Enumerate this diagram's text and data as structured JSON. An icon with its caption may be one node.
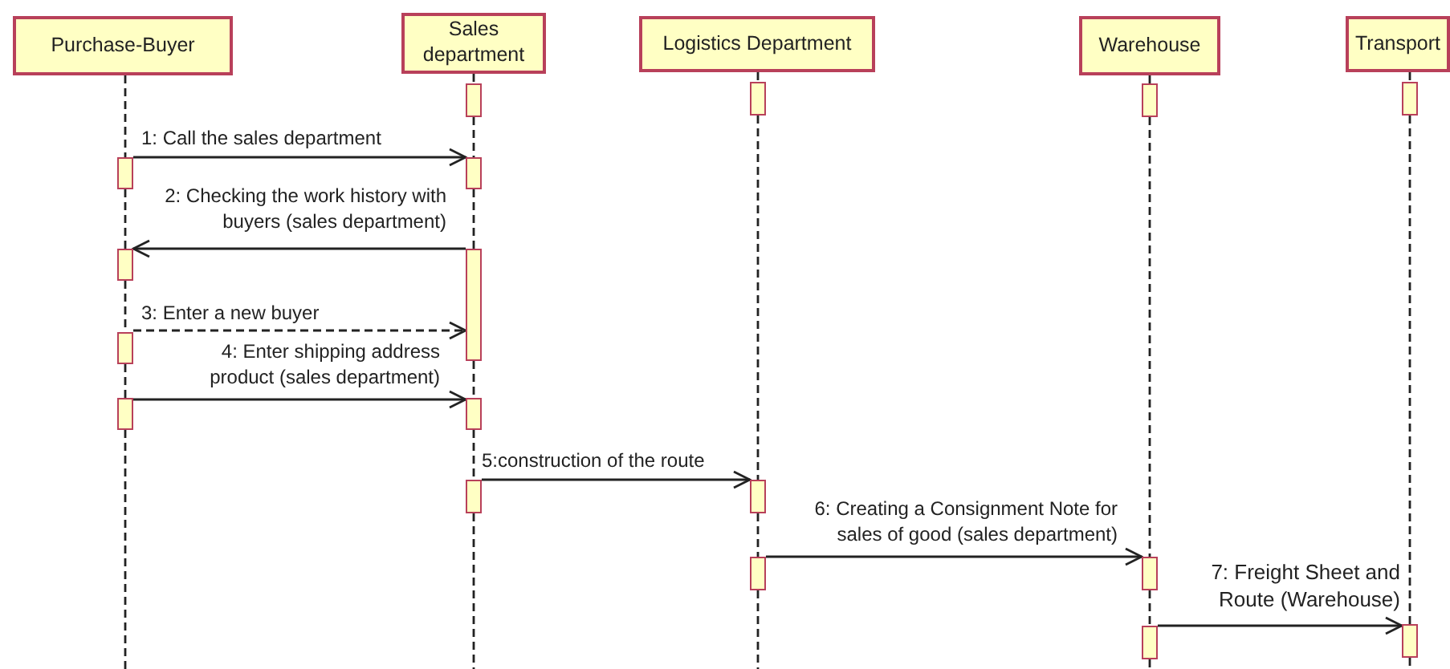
{
  "diagram": {
    "nodes": [
      {
        "text": [
          "Purchase-Buyer"
        ]
      },
      {
        "text": [
          "Sales department"
        ]
      },
      {
        "text": [
          "Logistics Department"
        ]
      },
      {
        "text": [
          "Warehouse"
        ]
      },
      {
        "text": [
          "Transport"
        ]
      },
      {
        "text": [],
        "shape": "bar"
      },
      {
        "text": [],
        "shape": "bar"
      },
      {
        "text": [],
        "shape": "bar"
      },
      {
        "text": [],
        "shape": "bar"
      },
      {
        "text": [],
        "shape": "bar"
      },
      {
        "text": [],
        "shape": "bar"
      },
      {
        "text": [],
        "shape": "bar"
      },
      {
        "text": [],
        "shape": "bar"
      },
      {
        "text": [],
        "shape": "bar"
      },
      {
        "text": [],
        "shape": "bar"
      },
      {
        "text": [],
        "shape": "bar"
      },
      {
        "text": [],
        "shape": "bar"
      },
      {
        "text": [],
        "shape": "bar"
      },
      {
        "text": [],
        "shape": "bar"
      },
      {
        "text": [],
        "shape": "bar"
      },
      {
        "text": [],
        "shape": "bar"
      },
      {
        "text": [],
        "shape": "bar"
      }
    ],
    "edges": [
      {
        "from": 9,
        "to": 10,
        "arrow": "to",
        "label": "1: Call the sales department"
      },
      {
        "from": 11,
        "to": 12,
        "arrow": "to",
        "label": "2: Checking the work history with buyers (sales department)"
      },
      {
        "from": 13,
        "to": 11,
        "arrow": "to",
        "label": "3: Enter a new buyer",
        "style": "dashed"
      },
      {
        "from": 14,
        "to": 15,
        "arrow": "to",
        "label": "4: Enter shipping address product (sales department)"
      },
      {
        "from": 16,
        "to": 17,
        "arrow": "to",
        "label": "5:construction of the route"
      },
      {
        "from": 18,
        "to": 19,
        "arrow": "to",
        "label": "6: Creating a Consignment Note for sales of good (sales department)"
      },
      {
        "from": 20,
        "to": 21,
        "arrow": "to",
        "label": "7: Freight Sheet and Route (Warehouse)"
      },
      {
        "from": 0,
        "to": 9,
        "arrow": "none",
        "style": "dashed"
      },
      {
        "from": 9,
        "to": 12,
        "arrow": "none",
        "style": "dashed"
      },
      {
        "from": 12,
        "to": 13,
        "arrow": "none",
        "style": "dashed"
      },
      {
        "from": 13,
        "to": 14,
        "arrow": "none",
        "style": "dashed"
      },
      {
        "from": 14,
        "to": null,
        "arrow": "none",
        "style": "dashed"
      },
      {
        "from": 1,
        "to": 5,
        "arrow": "none",
        "style": "dashed"
      },
      {
        "from": 5,
        "to": 10,
        "arrow": "none",
        "style": "dashed"
      },
      {
        "from": 10,
        "to": 11,
        "arrow": "none",
        "style": "dashed"
      },
      {
        "from": 11,
        "to": 15,
        "arrow": "none",
        "style": "dashed"
      },
      {
        "from": 15,
        "to": 16,
        "arrow": "none",
        "style": "dashed"
      },
      {
        "from": 16,
        "to": null,
        "arrow": "none",
        "style": "dashed"
      },
      {
        "from": 2,
        "to": 6,
        "arrow": "none",
        "style": "dashed"
      },
      {
        "from": 6,
        "to": 17,
        "arrow": "none",
        "style": "dashed"
      },
      {
        "from": 17,
        "to": 18,
        "arrow": "none",
        "style": "dashed"
      },
      {
        "from": 18,
        "to": null,
        "arrow": "none",
        "style": "dashed"
      },
      {
        "from": 3,
        "to": 7,
        "arrow": "none",
        "style": "dashed"
      },
      {
        "from": 7,
        "to": 19,
        "arrow": "none",
        "style": "dashed"
      },
      {
        "from": 19,
        "to": 20,
        "arrow": "none",
        "style": "dashed"
      },
      {
        "from": 20,
        "to": null,
        "arrow": "none",
        "style": "dashed"
      },
      {
        "from": 4,
        "to": 8,
        "arrow": "none",
        "style": "dashed"
      },
      {
        "from": 8,
        "to": 21,
        "arrow": "none",
        "style": "dashed"
      },
      {
        "from": 21,
        "to": null,
        "arrow": "none",
        "style": "dashed"
      }
    ]
  }
}
